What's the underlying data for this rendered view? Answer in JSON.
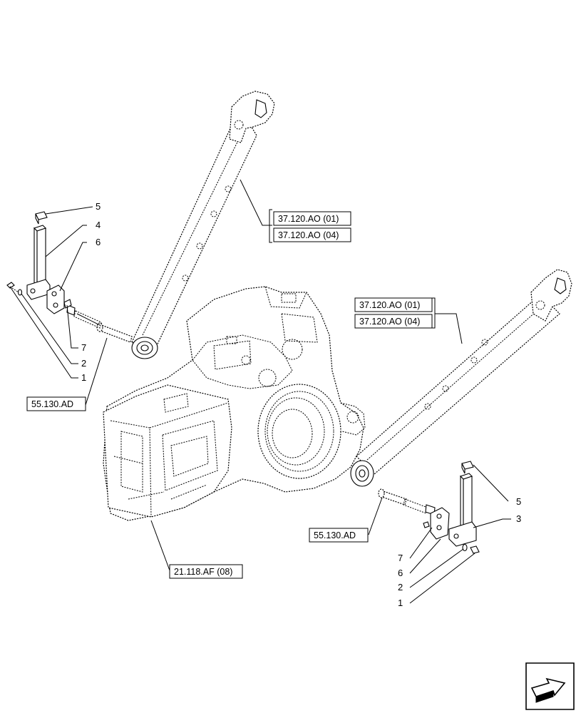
{
  "callouts_left": {
    "n5": "5",
    "n4": "4",
    "n6": "6",
    "n7": "7",
    "n2": "2",
    "n1": "1"
  },
  "callouts_right": {
    "n5": "5",
    "n3": "3",
    "n7": "7",
    "n6": "6",
    "n2": "2",
    "n1": "1"
  },
  "refs": {
    "upper_left_a": "37.120.AO (01)",
    "upper_left_b": "37.120.AO (04)",
    "upper_right_a": "37.120.AO (01)",
    "upper_right_b": "37.120.AO (04)",
    "left_pin": "55.130.AD",
    "right_pin": "55.130.AD",
    "housing": "21.118.AF (08)"
  },
  "nav": {
    "icon": "next-page-arrow-icon"
  }
}
